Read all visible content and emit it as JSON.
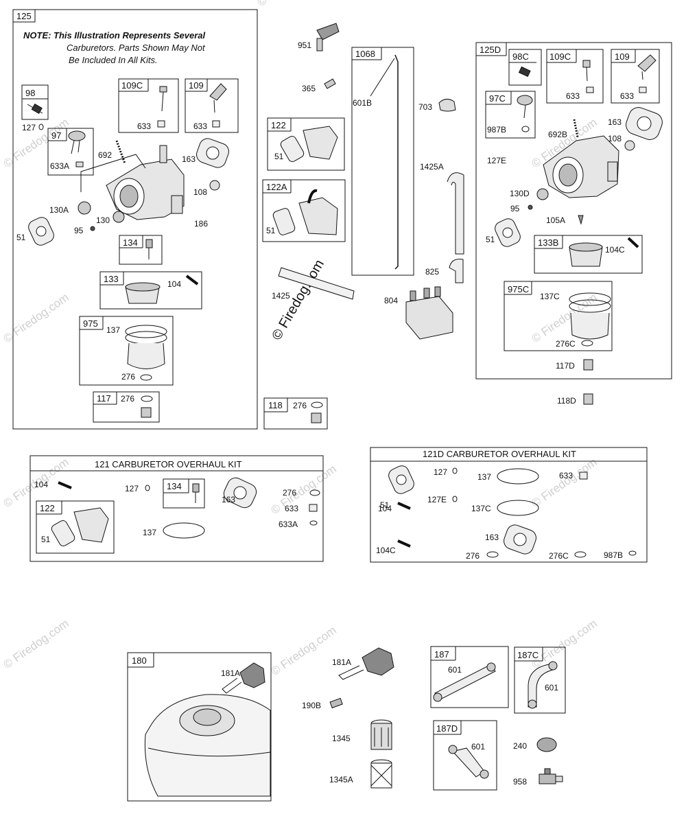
{
  "note": {
    "line1": "NOTE: This Illustration Represents Several",
    "line2": "Carburetors. Parts Shown May Not",
    "line3": "Be Included In All Kits."
  },
  "watermark": {
    "text": "© Firedog.com"
  },
  "boxes": {
    "b125": "125",
    "b98": "98",
    "b97": "97",
    "b109c": "109C",
    "b109": "109",
    "b134": "134",
    "b133": "133",
    "b975": "975",
    "b117": "117",
    "b122": "122",
    "b122a": "122A",
    "b118": "118",
    "b1068": "1068",
    "b125d": "125D",
    "b98c": "98C",
    "b109c2": "109C",
    "b109b": "109",
    "b97c": "97C",
    "b133b": "133B",
    "b975c": "975C",
    "b122k": "122",
    "b134k": "134",
    "b180": "180",
    "b187": "187",
    "b187c": "187C",
    "b187d": "187D"
  },
  "kits": {
    "k121": "121 CARBURETOR OVERHAUL KIT",
    "k121d": "121D CARBURETOR OVERHAUL KIT"
  },
  "parts": {
    "p127": "127",
    "p633a": "633A",
    "p633_1": "633",
    "p633_2": "633",
    "p692": "692",
    "p163": "163",
    "p108": "108",
    "p130a": "130A",
    "p130": "130",
    "p95": "95",
    "p51": "51",
    "p186": "186",
    "p104": "104",
    "p137": "137",
    "p276a": "276",
    "p276b": "276",
    "p951": "951",
    "p365": "365",
    "p601b": "601B",
    "p703": "703",
    "p1425a": "1425A",
    "p51b": "51",
    "p51c": "51",
    "p825": "825",
    "p1425": "1425",
    "p804": "804",
    "p276c": "276",
    "p633c1": "633",
    "p633c2": "633",
    "p987b": "987B",
    "p692b": "692B",
    "p163b": "163",
    "p108b": "108",
    "p127e": "127E",
    "p130d": "130D",
    "p95b": "95",
    "p105a": "105A",
    "p51d": "51",
    "p104c": "104C",
    "p137c": "137C",
    "p276cc": "276C",
    "p117d": "117D",
    "p118d": "118D",
    "k_104": "104",
    "k_127": "127",
    "k_163": "163",
    "k_276": "276",
    "k_633": "633",
    "k_633a": "633A",
    "k_51": "51",
    "k_137": "137",
    "d_51": "51",
    "d_127": "127",
    "d_137": "137",
    "d_633": "633",
    "d_127e": "127E",
    "d_104": "104",
    "d_137c": "137C",
    "d_163": "163",
    "d_104c": "104C",
    "d_276": "276",
    "d_276c": "276C",
    "d_987b": "987B",
    "p181a": "181A",
    "p181a2": "181A",
    "p190b": "190B",
    "p1345": "1345",
    "p1345a": "1345A",
    "p601_1": "601",
    "p601_2": "601",
    "p601_3": "601",
    "p240": "240",
    "p958": "958"
  }
}
